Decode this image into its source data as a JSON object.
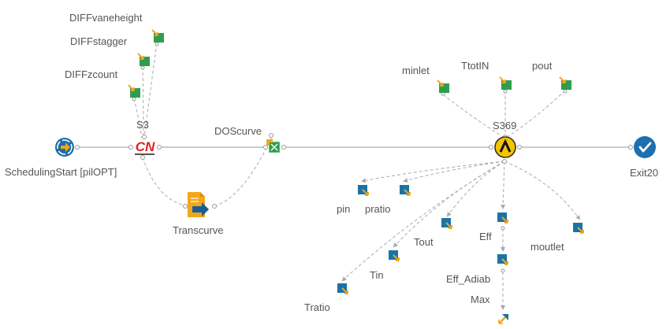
{
  "nodes": {
    "scheduling_start": {
      "label": "SchedulingStart [pilOPT]",
      "icon": "scheduling-start-icon"
    },
    "s3": {
      "label": "S3",
      "icon": "cn-logic-icon",
      "glyph": "CN"
    },
    "doscurve": {
      "label": "DOScurve",
      "icon": "excel-input-icon"
    },
    "transcurve": {
      "label": "Transcurve",
      "icon": "transfer-file-icon"
    },
    "s369": {
      "label": "S369",
      "icon": "logic-node-icon"
    },
    "exit20": {
      "label": "Exit20",
      "icon": "exit-check-icon"
    },
    "diff_vaneheight": {
      "label": "DIFFvaneheight",
      "icon": "input-variable-icon"
    },
    "diff_stagger": {
      "label": "DIFFstagger",
      "icon": "input-variable-icon"
    },
    "diff_zcount": {
      "label": "DIFFzcount",
      "icon": "input-variable-icon"
    },
    "minlet": {
      "label": "minlet",
      "icon": "input-variable-icon"
    },
    "ttotin": {
      "label": "TtotIN",
      "icon": "input-variable-icon"
    },
    "pout": {
      "label": "pout",
      "icon": "input-variable-icon"
    },
    "pin": {
      "label": "pin",
      "icon": "output-variable-icon"
    },
    "pratio": {
      "label": "pratio",
      "icon": "output-variable-icon"
    },
    "tout": {
      "label": "Tout",
      "icon": "output-variable-icon"
    },
    "tin": {
      "label": "Tin",
      "icon": "output-variable-icon"
    },
    "tratio": {
      "label": "Tratio",
      "icon": "output-variable-icon"
    },
    "eff": {
      "label": "Eff",
      "icon": "output-variable-icon"
    },
    "eff_adiab": {
      "label": "Eff_Adiab",
      "icon": "output-variable-icon"
    },
    "max": {
      "label": "Max",
      "icon": "objective-icon"
    },
    "moutlet": {
      "label": "moutlet",
      "icon": "output-variable-icon"
    }
  },
  "colors": {
    "flow_line": "#9a9a9a",
    "data_line": "#aaaaaa",
    "label": "#555555",
    "start_blue": "#1b6ea8",
    "cn_red": "#e02020",
    "transfer_orange": "#f2a71b",
    "logic_yellow": "#f5c400",
    "exit_blue": "#1d6fb0",
    "input_green": "#2e9e4e",
    "output_blue": "#1a73a8",
    "arrow_orange": "#f2a71b"
  }
}
